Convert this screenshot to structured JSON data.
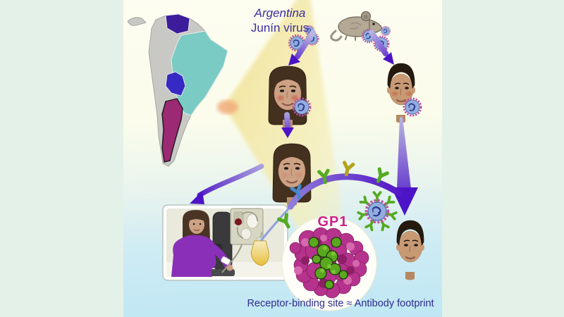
{
  "figure": {
    "title_line1": "Argentina",
    "title_line2": "Junín virus",
    "gp1_label": "GP1",
    "caption": "Receptor-binding site ≈ Antibody footprint"
  },
  "icons": {
    "rodent": "rodent-reservoir-icon",
    "virus": "junin-virus-particle-icon",
    "antibody": "antibody-y-icon",
    "map": "south-america-map",
    "protein": "gp1-structure",
    "plasma": "convalescent-plasma-transfusion-scene"
  },
  "colors": {
    "page_margin": "#e4f1e9",
    "canvas_top": "#fdfdf1",
    "canvas_bottom": "#bfe7f3",
    "spotlight_cone": "#f2e5a0",
    "map_default": "#c8c8c5",
    "map_venezuela": "#3d1c9b",
    "map_brazil": "#7bcbc5",
    "map_bolivia": "#3629c4",
    "map_argentina": "#9c2973",
    "arrow_purple_dark": "#4c14c6",
    "arrow_purple_light": "#b9b6e2",
    "title_text": "#3c2f9e",
    "gp1_text": "#cc2288",
    "caption_text": "#2b2b8c",
    "antibody_green": "#55aa22",
    "antibody_yellow": "#b3a31c",
    "antibody_blue": "#4488cc",
    "virus_rim": "#c0519f",
    "virus_core": "#93aede",
    "plasma_bag": "#e7be3e",
    "shirt_purple": "#8a2fb8",
    "protein_magenta": "#b5338c",
    "protein_green": "#59a81e"
  }
}
